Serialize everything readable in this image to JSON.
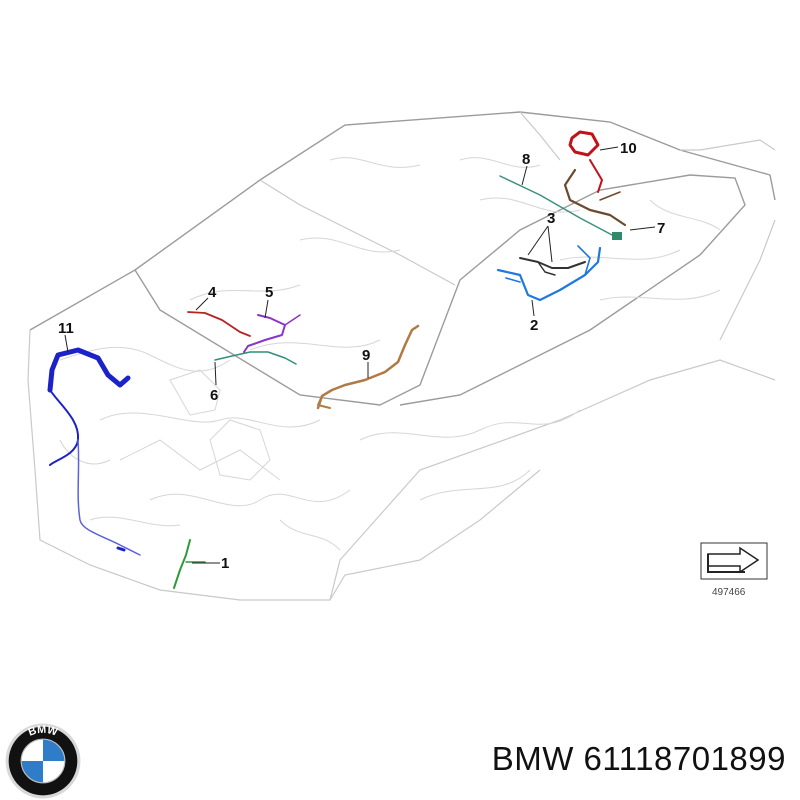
{
  "diagram": {
    "callouts": [
      {
        "id": "1",
        "label": "1",
        "color": "#2e9a3a"
      },
      {
        "id": "2",
        "label": "2",
        "color": "#1e78e0"
      },
      {
        "id": "3",
        "label": "3",
        "color": "#333333"
      },
      {
        "id": "4",
        "label": "4",
        "color": "#b82222"
      },
      {
        "id": "5",
        "label": "5",
        "color": "#8b33c9"
      },
      {
        "id": "6",
        "label": "6",
        "color": "#2f8f7a"
      },
      {
        "id": "7",
        "label": "7",
        "color": "#2e8a6a"
      },
      {
        "id": "8",
        "label": "8",
        "color": "#3a8f7e"
      },
      {
        "id": "9",
        "label": "9",
        "color": "#b07a45"
      },
      {
        "id": "10",
        "label": "10",
        "color": "#c0121b"
      },
      {
        "id": "11",
        "label": "11",
        "color": "#1a22c8"
      }
    ],
    "reference_number": "497466"
  },
  "footer": {
    "brand": "BMW",
    "part_number": "61118701899",
    "text": "BMW 61118701899"
  },
  "logo": {
    "letters": "BMW",
    "colors": {
      "ring": "#111111",
      "blue": "#2f7cc8",
      "white": "#ffffff",
      "chrome": "#d8d8d8"
    }
  }
}
